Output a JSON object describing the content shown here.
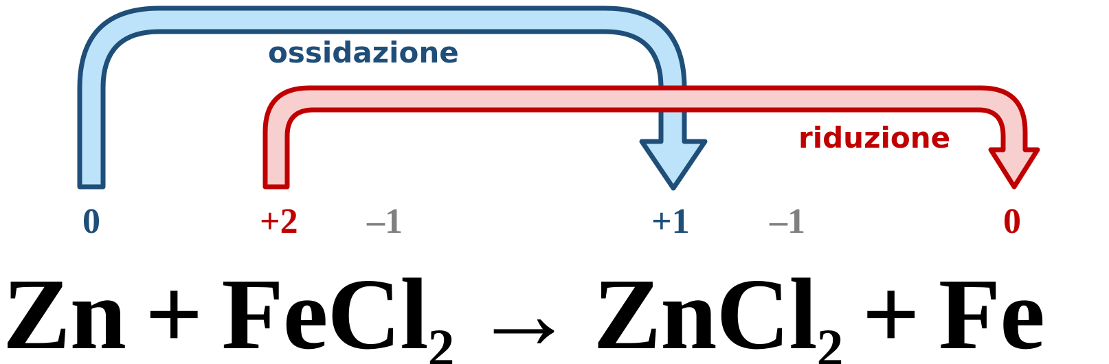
{
  "colors": {
    "oxidation_stroke": "#1f4e79",
    "oxidation_fill": "#bde3fa",
    "reduction_stroke": "#c00000",
    "reduction_fill": "#f8cfcf",
    "neutral_number": "#808080",
    "equation_text": "#000000"
  },
  "labels": {
    "oxidation": "ossidazione",
    "reduction": "riduzione"
  },
  "oxidation_numbers": [
    {
      "value": "0",
      "role": "oxidation"
    },
    {
      "value": "+2",
      "role": "reduction"
    },
    {
      "value": "–1",
      "role": "neutral"
    },
    {
      "value": "+1",
      "role": "oxidation"
    },
    {
      "value": "–1",
      "role": "neutral"
    },
    {
      "value": "0",
      "role": "reduction"
    }
  ],
  "equation": {
    "reactant_1": "Zn",
    "plus_1": "+",
    "reactant_2_main": "FeCl",
    "reactant_2_sub": "2",
    "arrow": "→",
    "product_1_main": "ZnCl",
    "product_1_sub": "2",
    "plus_2": "+",
    "product_2": "Fe"
  }
}
